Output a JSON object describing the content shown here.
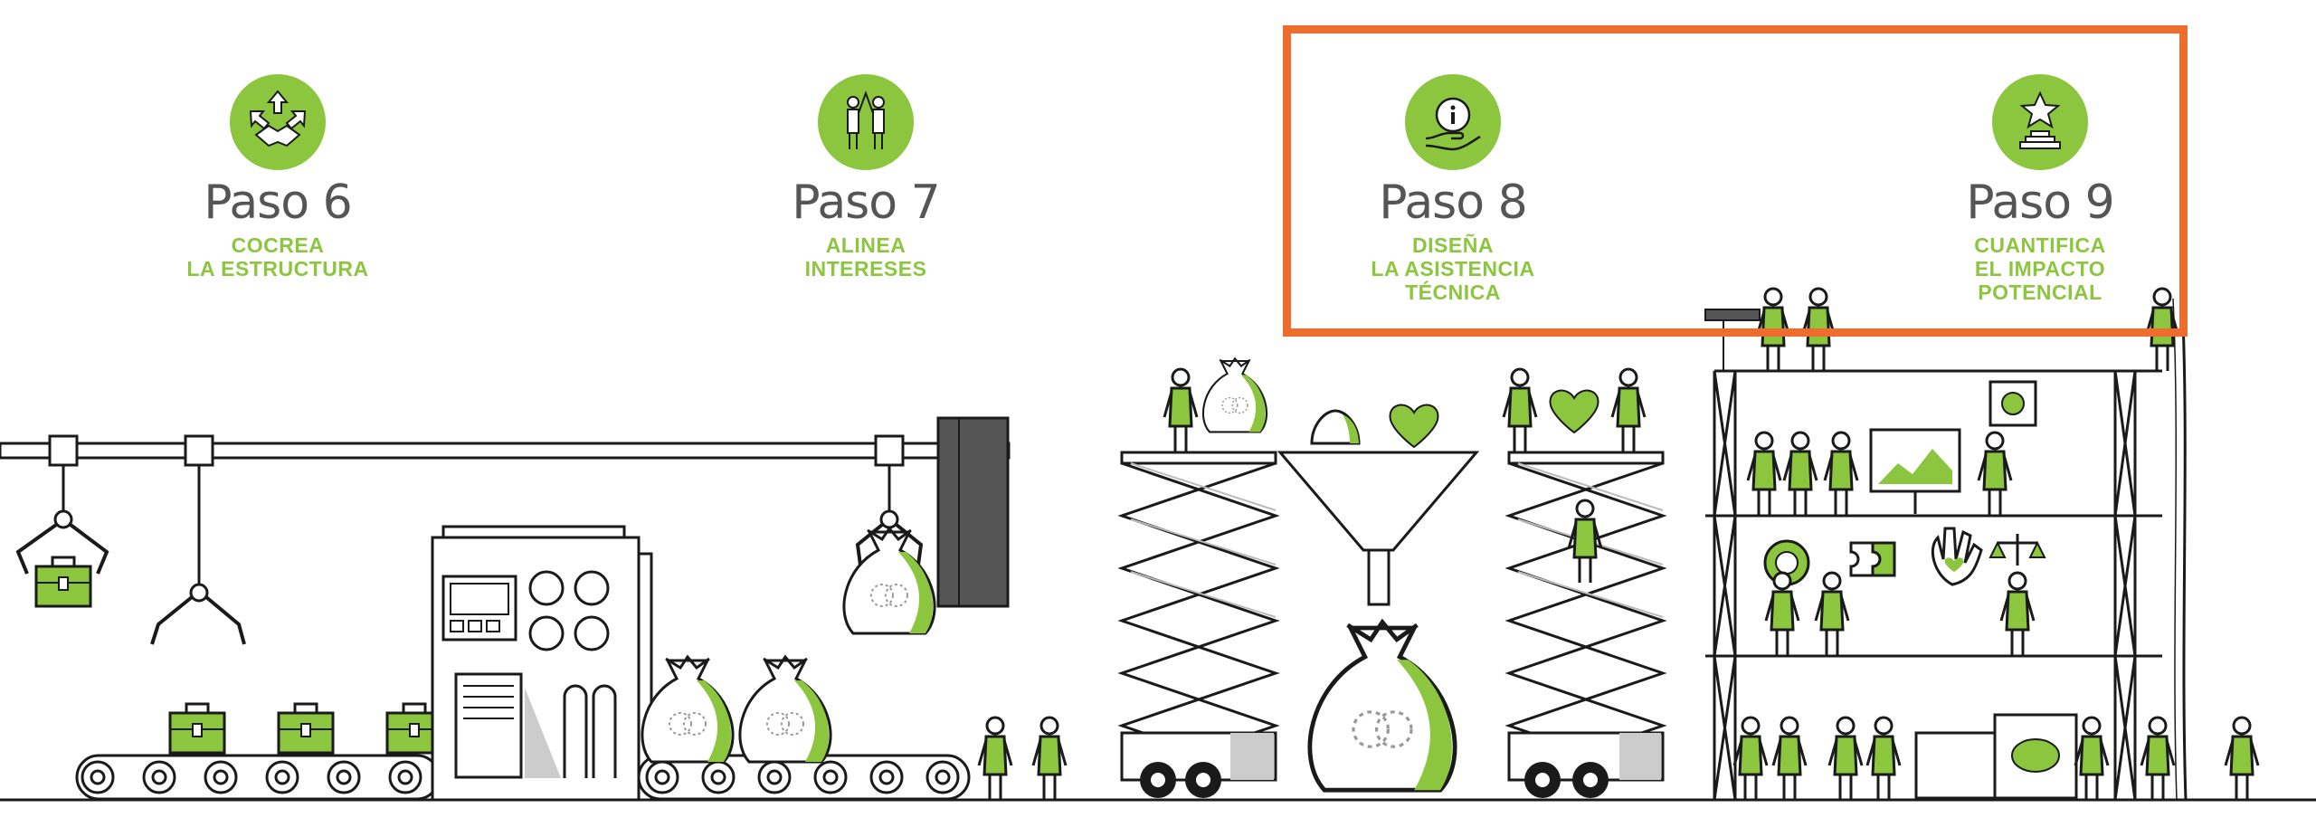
{
  "colors": {
    "accent": "#8cc63f",
    "highlight": "#ef6c2c",
    "line": "#1a1a1a",
    "dark": "#555555"
  },
  "steps": [
    {
      "title": "Paso 6",
      "subtitle": "COCREA\nLA ESTRUCTURA",
      "icon": "handshake-arrows-icon"
    },
    {
      "title": "Paso 7",
      "subtitle": "ALINEA\nINTERESES",
      "icon": "people-highfive-icon"
    },
    {
      "title": "Paso 8",
      "subtitle": "DISEÑA\nLA ASISTENCIA\nTÉCNICA",
      "icon": "info-hand-icon"
    },
    {
      "title": "Paso 9",
      "subtitle": "CUANTIFICA\nEL IMPACTO\nPOTENCIAL",
      "icon": "star-podium-icon"
    }
  ]
}
